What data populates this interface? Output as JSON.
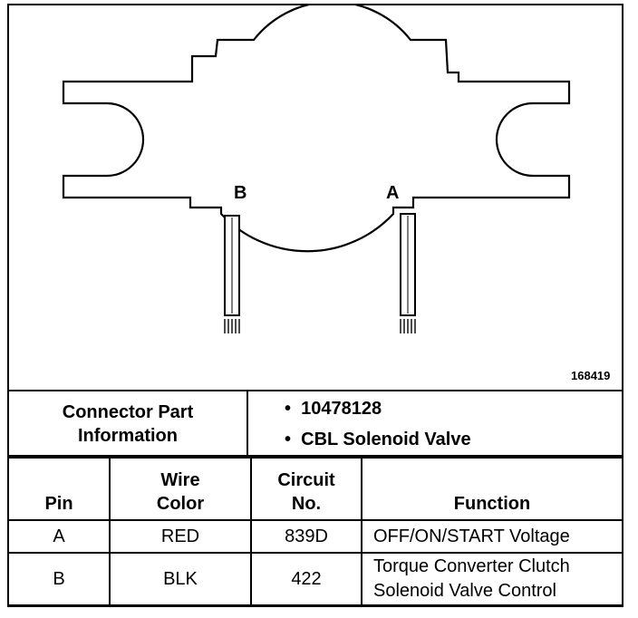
{
  "figure": {
    "number": "168419",
    "pin_labels": [
      "B",
      "A"
    ]
  },
  "connector_info": {
    "title_line1": "Connector Part",
    "title_line2": "Information",
    "items": [
      "10478128",
      "CBL Solenoid Valve"
    ]
  },
  "pin_table": {
    "headers": {
      "pin": "Pin",
      "wire_color_1": "Wire",
      "wire_color_2": "Color",
      "circuit_1": "Circuit",
      "circuit_2": "No.",
      "function": "Function"
    },
    "rows": [
      {
        "pin": "A",
        "wire_color": "RED",
        "circuit": "839D",
        "function_1": "OFF/ON/START Voltage",
        "function_2": ""
      },
      {
        "pin": "B",
        "wire_color": "BLK",
        "circuit": "422",
        "function_1": "Torque Converter Clutch",
        "function_2": "Solenoid Valve Control"
      }
    ]
  }
}
